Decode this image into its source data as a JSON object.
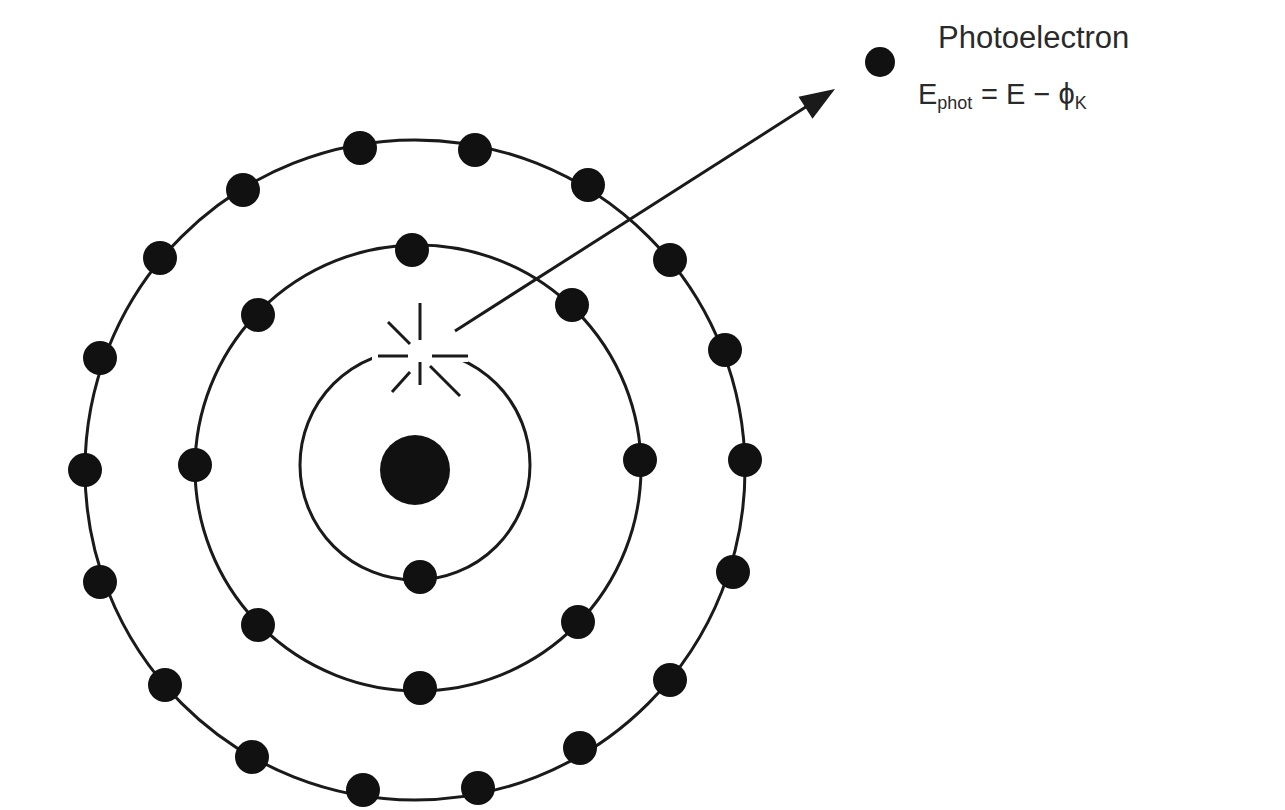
{
  "diagram": {
    "labels": [
      "Photoelectron",
      "E",
      "phot",
      "= E − ϕ",
      "K"
    ]
  }
}
